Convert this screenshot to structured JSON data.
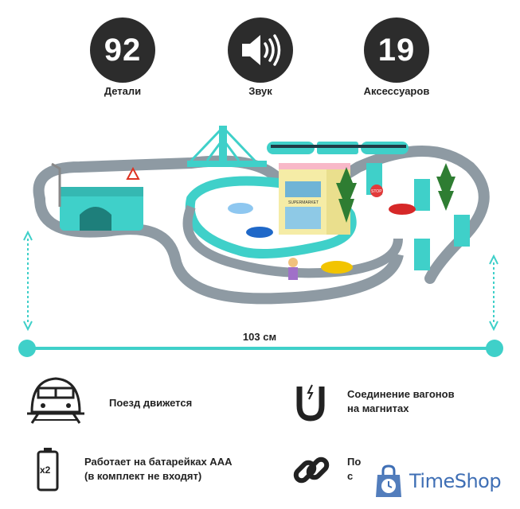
{
  "stats": [
    {
      "value": "92",
      "label": "Детали"
    },
    {
      "label": "Звук"
    },
    {
      "value": "19",
      "label": "Аксессуаров"
    }
  ],
  "dimension": "103 см",
  "features": [
    {
      "text_line1": "Поезд движется",
      "text_line2": ""
    },
    {
      "text_line1": "Соединение вагонов",
      "text_line2": "на магнитах"
    },
    {
      "text_line1": "Работает на батарейках ААА",
      "text_line2": "(в комплект не входят)",
      "icon_text": "x2"
    },
    {
      "text_line1": "По",
      "text_line2": "с"
    }
  ],
  "product_signs": {
    "stop": "STOP",
    "market": "SUPERMARKET"
  },
  "watermark": {
    "brand": "TimeShop"
  },
  "colors": {
    "teal": "#3fd0c9",
    "track_gray": "#8e9aa3",
    "badge": "#2c2c2c",
    "brand": "#3f6fb5"
  },
  "icons": [
    "speaker-icon",
    "train-icon",
    "magnet-icon",
    "battery-icon",
    "chain-link-icon",
    "shopping-bag-icon"
  ]
}
